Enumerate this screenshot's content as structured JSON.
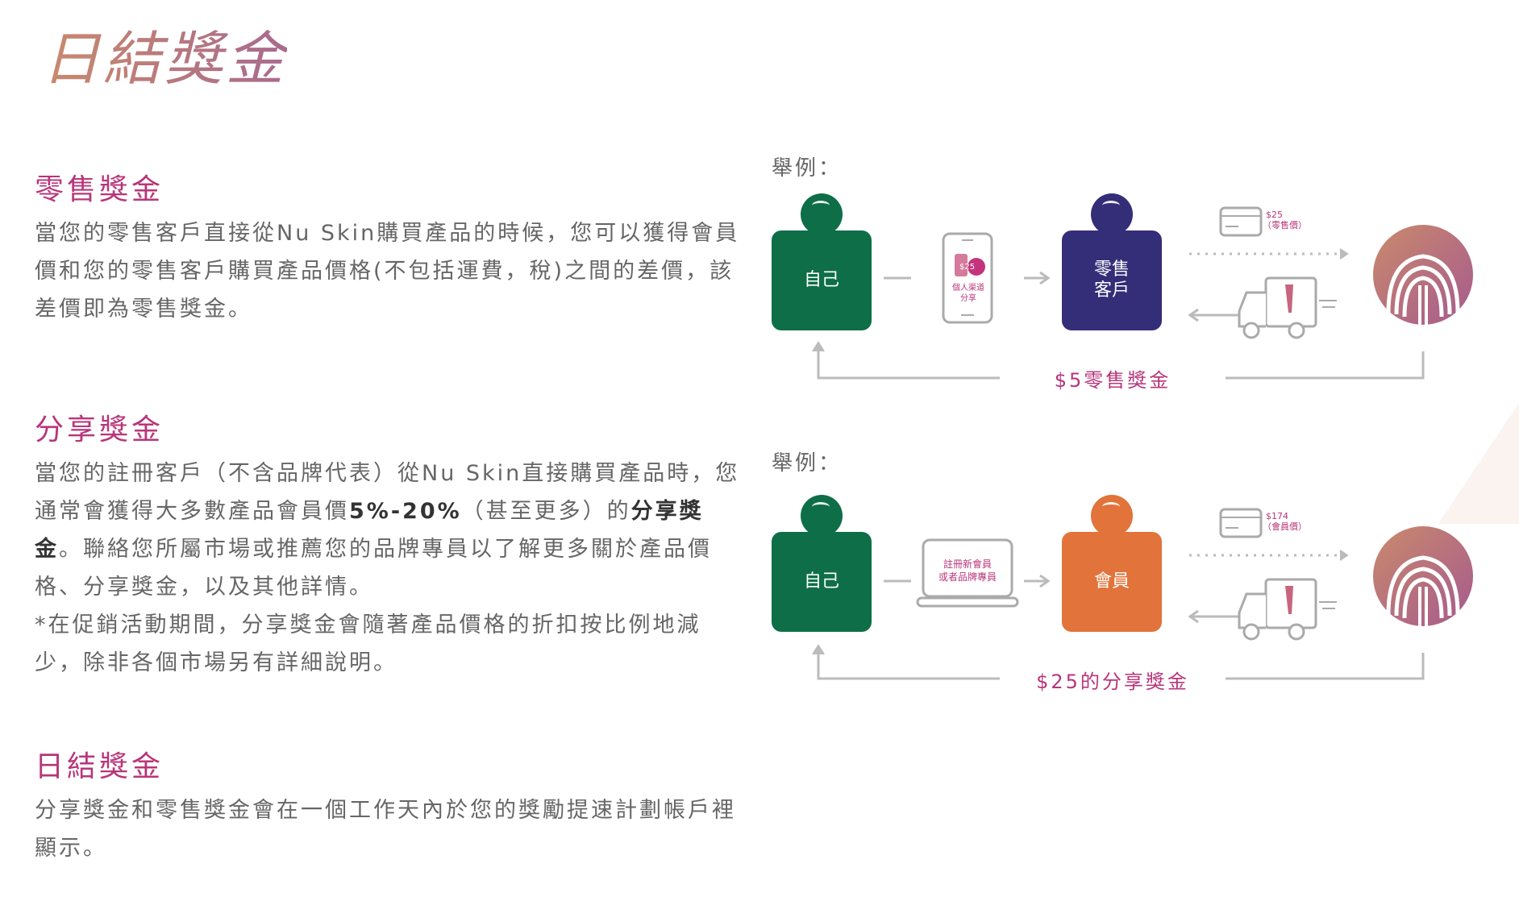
{
  "page": {
    "title": "日結獎金"
  },
  "retail": {
    "heading": "零售獎金",
    "body": "當您的零售客戶直接從Nu Skin購買產品的時候，您可以獲得會員價和您的零售客戶購買產品價格(不包括運費，稅)之間的差價，該差價即為零售獎金。"
  },
  "sharing": {
    "heading": "分享獎金",
    "body_1": "當您的註冊客戶（不含品牌代表）從Nu Skin直接購買產品時，您通常會獲得大多數產品會員價",
    "body_bold_1": "5%-20%",
    "body_2": "（甚至更多）的",
    "body_bold_2": "分享獎金",
    "body_3": "。聯絡您所屬市場或推薦您的品牌專員以了解更多關於產品價格、分享獎金，以及其他詳情。",
    "note": "*在促銷活動期間，分享獎金會隨著產品價格的折扣按比例地減少，除非各個市場另有詳細說明。"
  },
  "daily": {
    "heading": "日結獎金",
    "body": "分享獎金和零售獎金會在一個工作天內於您的獎勵提速計劃帳戶裡顯示。"
  },
  "example_retail": {
    "label": "舉例：",
    "self_label": "自己",
    "phone_price": "$25",
    "phone_caption_1": "個人渠道",
    "phone_caption_2": "分享",
    "customer_label_1": "零售",
    "customer_label_2": "客戶",
    "card_price": "$25",
    "card_caption": "（零售價）",
    "bonus": "$5零售獎金"
  },
  "example_sharing": {
    "label": "舉例：",
    "self_label": "自己",
    "laptop_caption_1": "註冊新會員",
    "laptop_caption_2": "或者品牌專員",
    "member_label": "會員",
    "card_price": "$174",
    "card_caption": "（會員價）",
    "bonus": "$25的分享獎金"
  },
  "colors": {
    "title_gradient_start": "#c98a6c",
    "title_gradient_end": "#a86a8e",
    "heading": "#b8357a",
    "body_text": "#666666",
    "self_green": "#0e6e48",
    "retail_navy": "#342d78",
    "member_orange": "#e2733a",
    "line_gray": "#bbbbbb"
  },
  "icons": [
    "phone-icon",
    "laptop-icon",
    "credit-card-icon",
    "delivery-truck-icon",
    "nu-skin-logo",
    "arrow-right-icon",
    "arrow-left-icon",
    "arrow-up-icon"
  ]
}
